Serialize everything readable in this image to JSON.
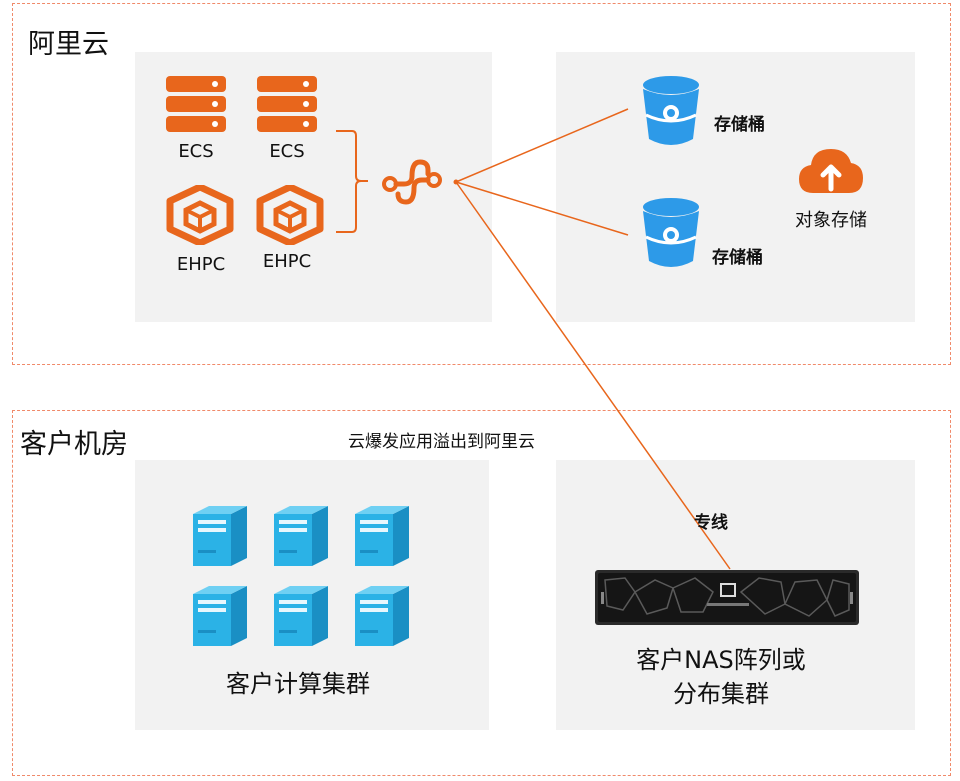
{
  "cloud_zone": {
    "title": "阿里云",
    "compute": [
      {
        "label": "ECS",
        "icon": "server-rack-icon"
      },
      {
        "label": "ECS",
        "icon": "server-rack-icon"
      },
      {
        "label": "EHPC",
        "icon": "hpc-cube-icon"
      },
      {
        "label": "EHPC",
        "icon": "hpc-cube-icon"
      }
    ],
    "connector_icon": "link-hub-icon",
    "buckets": [
      {
        "label": "存储桶",
        "icon": "bucket-icon"
      },
      {
        "label": "存储桶",
        "icon": "bucket-icon"
      }
    ],
    "oss": {
      "label": "对象存储",
      "icon": "cloud-upload-icon"
    }
  },
  "onprem_zone": {
    "title": "客户机房",
    "burst_label": "云爆发应用溢出到阿里云",
    "line_label": "专线",
    "cluster_label": "客户计算集群",
    "cluster_icon": "tower-server-icon",
    "cluster_count": 6,
    "nas_label_line1": "客户NAS阵列或",
    "nas_label_line2": "分布集群",
    "nas_icon": "storage-array-icon"
  },
  "colors": {
    "accent_orange": "#e8661c",
    "bucket_blue": "#2d9ae8",
    "server_blue": "#2bb2e6",
    "panel_gray": "#f2f2f2",
    "zone_border": "#f08a6a"
  }
}
